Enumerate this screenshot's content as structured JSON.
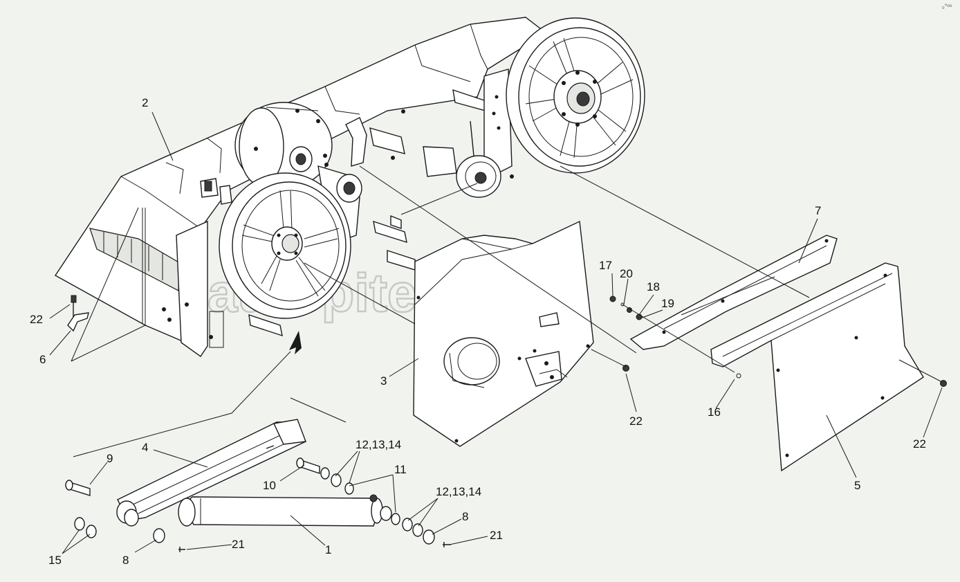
{
  "watermark": "autopiter.ru",
  "corner_mark": "₀°ᵒᵒ",
  "callouts": [
    {
      "id": "c-2",
      "text": "2"
    },
    {
      "id": "c-22a",
      "text": "22"
    },
    {
      "id": "c-6",
      "text": "6"
    },
    {
      "id": "c-7",
      "text": "7"
    },
    {
      "id": "c-17",
      "text": "17"
    },
    {
      "id": "c-20",
      "text": "20"
    },
    {
      "id": "c-18",
      "text": "18"
    },
    {
      "id": "c-19",
      "text": "19"
    },
    {
      "id": "c-3",
      "text": "3"
    },
    {
      "id": "c-22b",
      "text": "22"
    },
    {
      "id": "c-16",
      "text": "16"
    },
    {
      "id": "c-22c",
      "text": "22"
    },
    {
      "id": "c-5",
      "text": "5"
    },
    {
      "id": "c-4",
      "text": "4"
    },
    {
      "id": "c-9",
      "text": "9"
    },
    {
      "id": "c-12a",
      "text": "12,13,14"
    },
    {
      "id": "c-11",
      "text": "11"
    },
    {
      "id": "c-10",
      "text": "10"
    },
    {
      "id": "c-12b",
      "text": "12,13,14"
    },
    {
      "id": "c-8a",
      "text": "8"
    },
    {
      "id": "c-21a",
      "text": "21"
    },
    {
      "id": "c-15",
      "text": "15"
    },
    {
      "id": "c-8b",
      "text": "8"
    },
    {
      "id": "c-21b",
      "text": "21"
    },
    {
      "id": "c-1",
      "text": "1"
    }
  ]
}
